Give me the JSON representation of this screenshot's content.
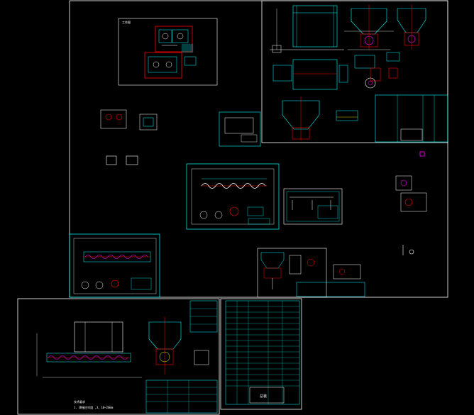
{
  "colors": {
    "background": "#000000",
    "frame": "#ffffff",
    "primary": "#00ffff",
    "accent": "#ff0000",
    "highlight": "#ffff00",
    "detail": "#ffffff",
    "marker": "#ff00ff"
  },
  "labels": {
    "thumbnail_title": "工作图",
    "notes_title": "技术要求",
    "notes_line": "1. 焊接应牢固 ,3、10~20mm",
    "assembly_title": "总装"
  }
}
